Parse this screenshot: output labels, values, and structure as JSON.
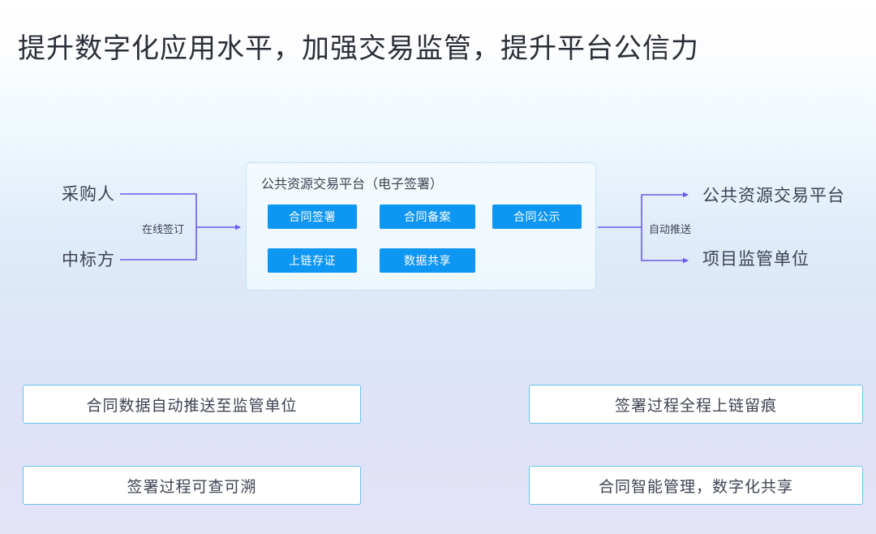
{
  "slide": {
    "title": "提升数字化应用水平，加强交易监管，提升平台公信力",
    "background_top_color": "#ffffff",
    "background_mid_color": "#dde9f7",
    "background_bottom_color": "#e3e3f8"
  },
  "diagram": {
    "left_actors": [
      {
        "label": "采购人"
      },
      {
        "label": "中标方"
      }
    ],
    "left_connector_label": "在线签订",
    "platform": {
      "title": "公共资源交易平台（电子签署）",
      "panel_border_color": "#8fd0ee",
      "chip_color": "#0d96f2",
      "chips": [
        {
          "label": "合同签署",
          "row": 1,
          "col": 1
        },
        {
          "label": "合同备案",
          "row": 1,
          "col": 2
        },
        {
          "label": "合同公示",
          "row": 1,
          "col": 3
        },
        {
          "label": "上链存证",
          "row": 2,
          "col": 1
        },
        {
          "label": "数据共享",
          "row": 2,
          "col": 2
        }
      ]
    },
    "right_connector_label": "自动推送",
    "right_actors": [
      {
        "label": "公共资源交易平台"
      },
      {
        "label": "项目监管单位"
      }
    ],
    "arrow_color": "#6a5aef"
  },
  "features": [
    {
      "label": "合同数据自动推送至监管单位"
    },
    {
      "label": "签署过程可查可溯"
    },
    {
      "label": "签署过程全程上链留痕"
    },
    {
      "label": "合同智能管理，数字化共享"
    }
  ],
  "colors": {
    "accent_blue": "#0d96f2",
    "border_cyan": "#62c4ec",
    "arrow_purple": "#6a5aef",
    "text_dark": "#3d4352",
    "title_dark": "#2b2f38"
  }
}
